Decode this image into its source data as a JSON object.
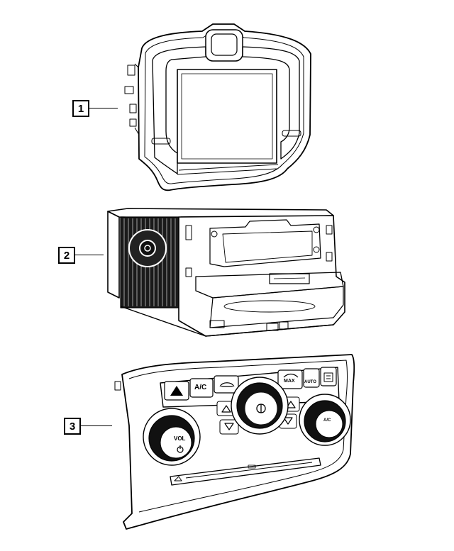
{
  "callouts": [
    {
      "number": "1",
      "part": "display-bezel"
    },
    {
      "number": "2",
      "part": "radio-receiver"
    },
    {
      "number": "3",
      "part": "climate-control-panel"
    }
  ],
  "controls": {
    "ac_label": "A/C",
    "vol_label": "VOL",
    "max_label": "MAX",
    "ac_panel_label": "A/C",
    "auto_label": "AUTO"
  },
  "icons": [
    "hazard-icon",
    "recirculation-icon",
    "defrost-icon",
    "rear-defrost-icon",
    "power-icon",
    "fan-icon",
    "arrow-up-icon",
    "arrow-down-icon"
  ]
}
